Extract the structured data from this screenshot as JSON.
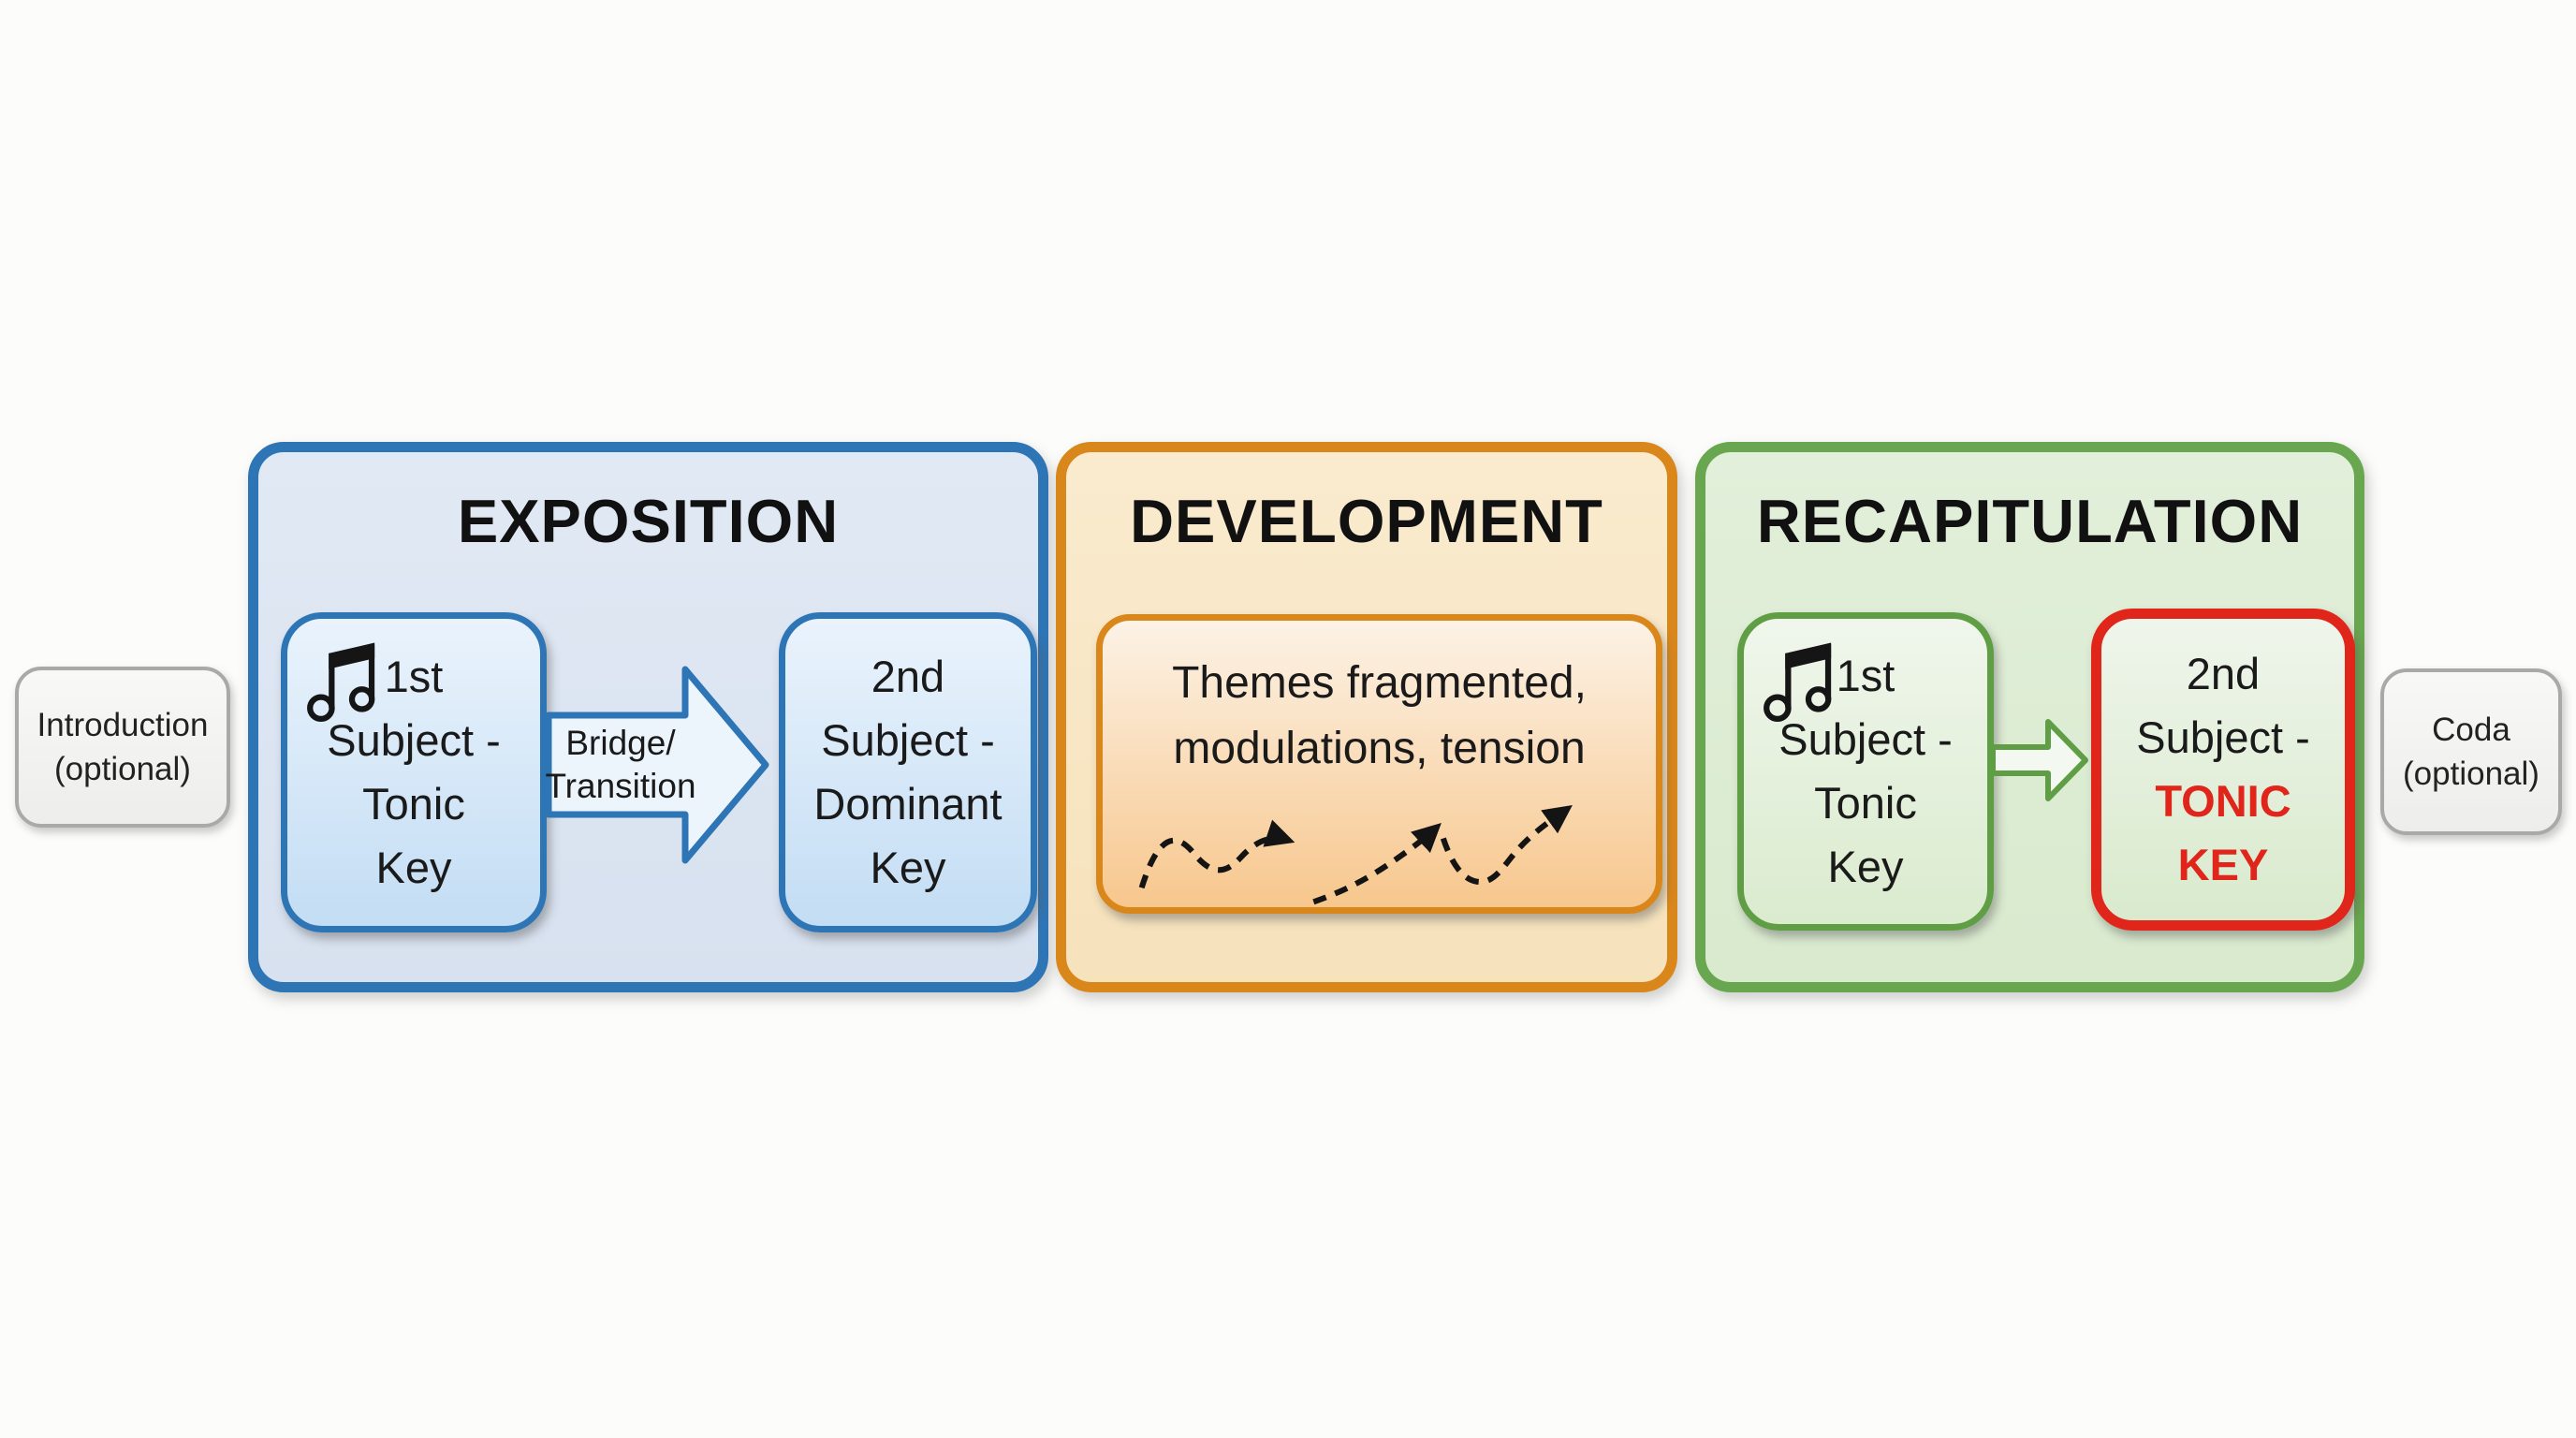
{
  "diagram": "sonata-form-structure",
  "colors": {
    "blue_border": "#2E75B6",
    "orange_border": "#D9861B",
    "green_border": "#68A74F",
    "red_accent": "#E0251B",
    "gray_border": "#A9A9A9",
    "text": "#1A1A1A"
  },
  "introduction": {
    "line1": "Introduction",
    "line2": "(optional)"
  },
  "coda": {
    "line1": "Coda",
    "line2": "(optional)"
  },
  "exposition": {
    "title": "EXPOSITION",
    "first_subject": {
      "icon": "beamed-eighth-notes-icon",
      "l1": "1st",
      "l2": "Subject -",
      "l3": "Tonic",
      "l4": "Key"
    },
    "bridge": {
      "l1": "Bridge/",
      "l2": "Transition"
    },
    "second_subject": {
      "l1": "2nd",
      "l2": "Subject -",
      "l3": "Dominant",
      "l4": "Key"
    }
  },
  "development": {
    "title": "DEVELOPMENT",
    "content": {
      "l1": "Themes fragmented,",
      "l2": "modulations, tension"
    },
    "decoration": "dashed-wavy-arrows"
  },
  "recapitulation": {
    "title": "RECAPITULATION",
    "first_subject": {
      "icon": "beamed-eighth-notes-icon",
      "l1": "1st",
      "l2": "Subject -",
      "l3": "Tonic",
      "l4": "Key"
    },
    "second_subject": {
      "l1": "2nd",
      "l2": "Subject -",
      "l3": "TONIC",
      "l4": "KEY"
    }
  }
}
